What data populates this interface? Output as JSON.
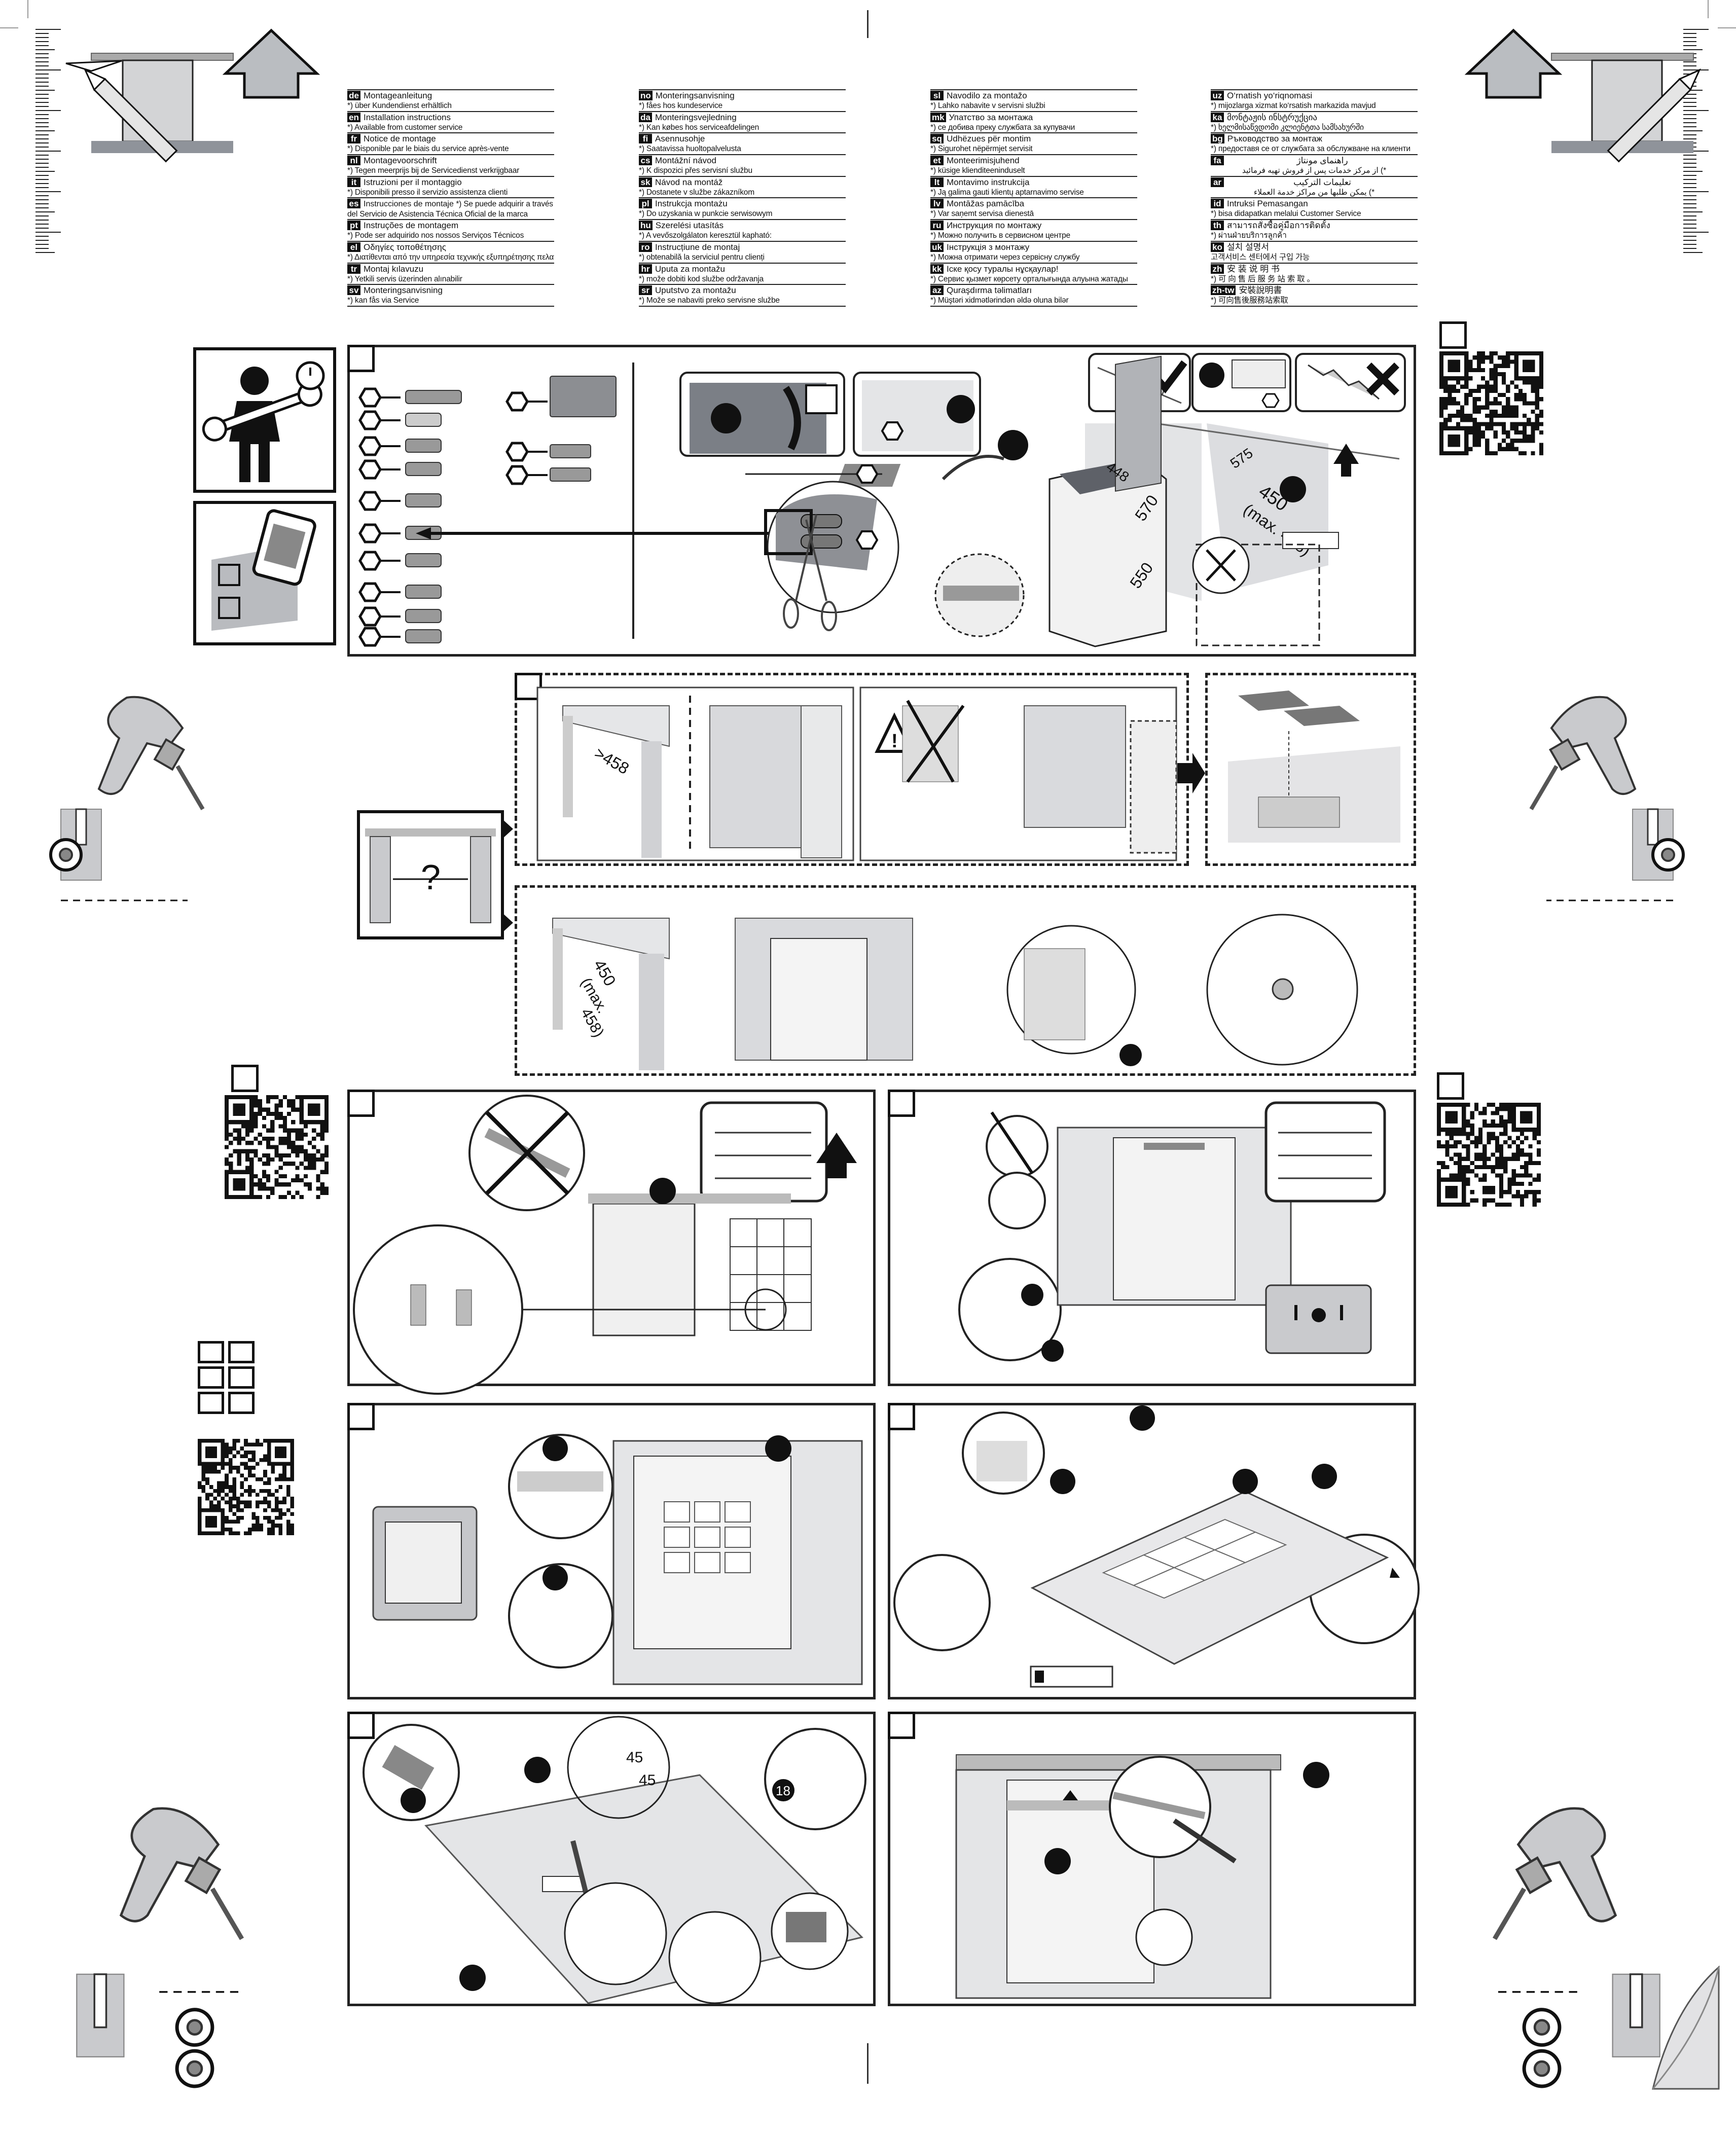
{
  "languages": [
    [
      {
        "code": "de",
        "title": "Montageanleitung",
        "note": "*) über Kundendienst erhältlich"
      },
      {
        "code": "en",
        "title": "Installation instructions",
        "note": "*) Available from customer service"
      },
      {
        "code": "fr",
        "title": "Notice de montage",
        "note": "*) Disponible par le biais du service après-vente"
      },
      {
        "code": "nl",
        "title": "Montagevoorschrift",
        "note": "*) Tegen meerprijs bij de Servicedienst verkrijgbaar"
      },
      {
        "code": "it",
        "title": "Istruzioni per il montaggio",
        "note": "*) Disponibili presso il servizio assistenza clienti"
      },
      {
        "code": "es",
        "title": "Instrucciones de montaje",
        "note": "*) Se puede adquirir a través del Servicio de Asistencia Técnica Oficial de la marca"
      },
      {
        "code": "pt",
        "title": "Instruções de montagem",
        "note": "*) Pode ser adquirido nos nossos Serviços Técnicos"
      },
      {
        "code": "el",
        "title": "Οδηγίες τοποθέτησης",
        "note": "*) Διατίθενται από την υπηρεσία τεχνικής εξυπηρέτησης πελατών"
      },
      {
        "code": "tr",
        "title": "Montaj kılavuzu",
        "note": "*) Yetkili servis üzerinden alınabilir"
      },
      {
        "code": "sv",
        "title": "Monteringsanvisning",
        "note": "*) kan fås via Service"
      }
    ],
    [
      {
        "code": "no",
        "title": "Monteringsanvisning",
        "note": "*) fåes hos kundeservice"
      },
      {
        "code": "da",
        "title": "Monteringsvejledning",
        "note": "*) Kan købes hos serviceafdelingen"
      },
      {
        "code": "fi",
        "title": "Asennusohje",
        "note": "*) Saatavissa huoltopalvelusta"
      },
      {
        "code": "cs",
        "title": "Montážní návod",
        "note": "*) K dispozici přes servisní službu"
      },
      {
        "code": "sk",
        "title": "Návod na montáž",
        "note": "*) Dostanete v službe zákazníkom"
      },
      {
        "code": "pl",
        "title": "Instrukcja montażu",
        "note": "*) Do uzyskania w punkcie serwisowym"
      },
      {
        "code": "hu",
        "title": "Szerelési utasítás",
        "note": "*) A vevőszolgálaton keresztül kapható:"
      },
      {
        "code": "ro",
        "title": "Instrucțiune de montaj",
        "note": "*) obtenabilă la serviciul pentru clienți"
      },
      {
        "code": "hr",
        "title": "Uputa za montažu",
        "note": "*) može dobiti kod službe održavanja"
      },
      {
        "code": "sr",
        "title": "Uputstvo za montažu",
        "note": "*) Može se nabaviti preko servisne službe"
      }
    ],
    [
      {
        "code": "sl",
        "title": "Navodilo za montažo",
        "note": "*) Lahko nabavite v servisni službi"
      },
      {
        "code": "mk",
        "title": "Упатство за монтажа",
        "note": "*) се добива преку службата за купувачи"
      },
      {
        "code": "sq",
        "title": "Udhëzues për montim",
        "note": "*) Sigurohet nëpërmjet servisit"
      },
      {
        "code": "et",
        "title": "Monteerimisjuhend",
        "note": "*) küsige klienditeeninduselt"
      },
      {
        "code": "lt",
        "title": "Montavimo instrukcija",
        "note": "*) Ją galima gauti klientų aptarnavimo servise"
      },
      {
        "code": "lv",
        "title": "Montāžas pamācība",
        "note": "*) Var saņemt servisa dienestā"
      },
      {
        "code": "ru",
        "title": "Инструкция по монтажу",
        "note": "*) Можно получить в сервисном центре"
      },
      {
        "code": "uk",
        "title": "Інструкція з монтажу",
        "note": "*) Можна отримати через сервісну службу"
      },
      {
        "code": "kk",
        "title": "Іске қосу туралы нұсқаулар!",
        "note": "*) Сервис қызмет көрсету орталығында алуына жатады"
      },
      {
        "code": "az",
        "title": "Quraşdırma təlimatları",
        "note": "*) Müştəri xidmətlərindən əldə oluna bilər"
      }
    ],
    [
      {
        "code": "uz",
        "title": "O‘rnatish yo‘riqnomasi",
        "note": "*) mijozlarga xizmat ko‘rsatish markazida mavjud"
      },
      {
        "code": "ka",
        "title": "მონტაჟის ინსტრუქცია",
        "note": "*) ხელმისაწვდომი კლიენტთა სამსახურში"
      },
      {
        "code": "bg",
        "title": "Ръководство за монтаж",
        "note": "*) предоставя се от службата за обслужване на клиенти"
      },
      {
        "code": "fa",
        "title": "راهنمای مونتاژ",
        "note": "*) از مرکز خدمات پس از فروش تهیه فرمائید"
      },
      {
        "code": "ar",
        "title": "تعليمات التركيب",
        "note": "*) يمكن طلبها من مراكز خدمة العملاء"
      },
      {
        "code": "id",
        "title": "Intruksi Pemasangan",
        "note": "*) bisa didapatkan melalui Customer Service"
      },
      {
        "code": "th",
        "title": "สามารถสั่งซื้อคู่มือการติดตั้ง",
        "note": "*) ผ่านฝ่ายบริการลูกค้า"
      },
      {
        "code": "ko",
        "title": "설치 설명서",
        "note": "고객서비스 센터에서 구입 가능"
      },
      {
        "code": "zh",
        "title": "安 装 说 明 书",
        "note": "*) 可 向 售 后 服 务 站 索 取 。"
      },
      {
        "code": "zh-tw",
        "title": "安裝說明書",
        "note": "*) 可向售後服務站索取"
      }
    ]
  ],
  "dimensions": {
    "appliance_depth": "448",
    "appliance_width": "570",
    "appliance_lower": "550",
    "niche_depth": "575",
    "niche_width": "450",
    "niche_width_max": "(max. 458)",
    "niche_gap": ">458",
    "niche2_width": "450",
    "niche2_max": "(max.",
    "niche2_max_val": "458)",
    "panel_offset_a": "45",
    "panel_offset_b": "45",
    "screw_length": "18"
  },
  "niche_question": "?"
}
